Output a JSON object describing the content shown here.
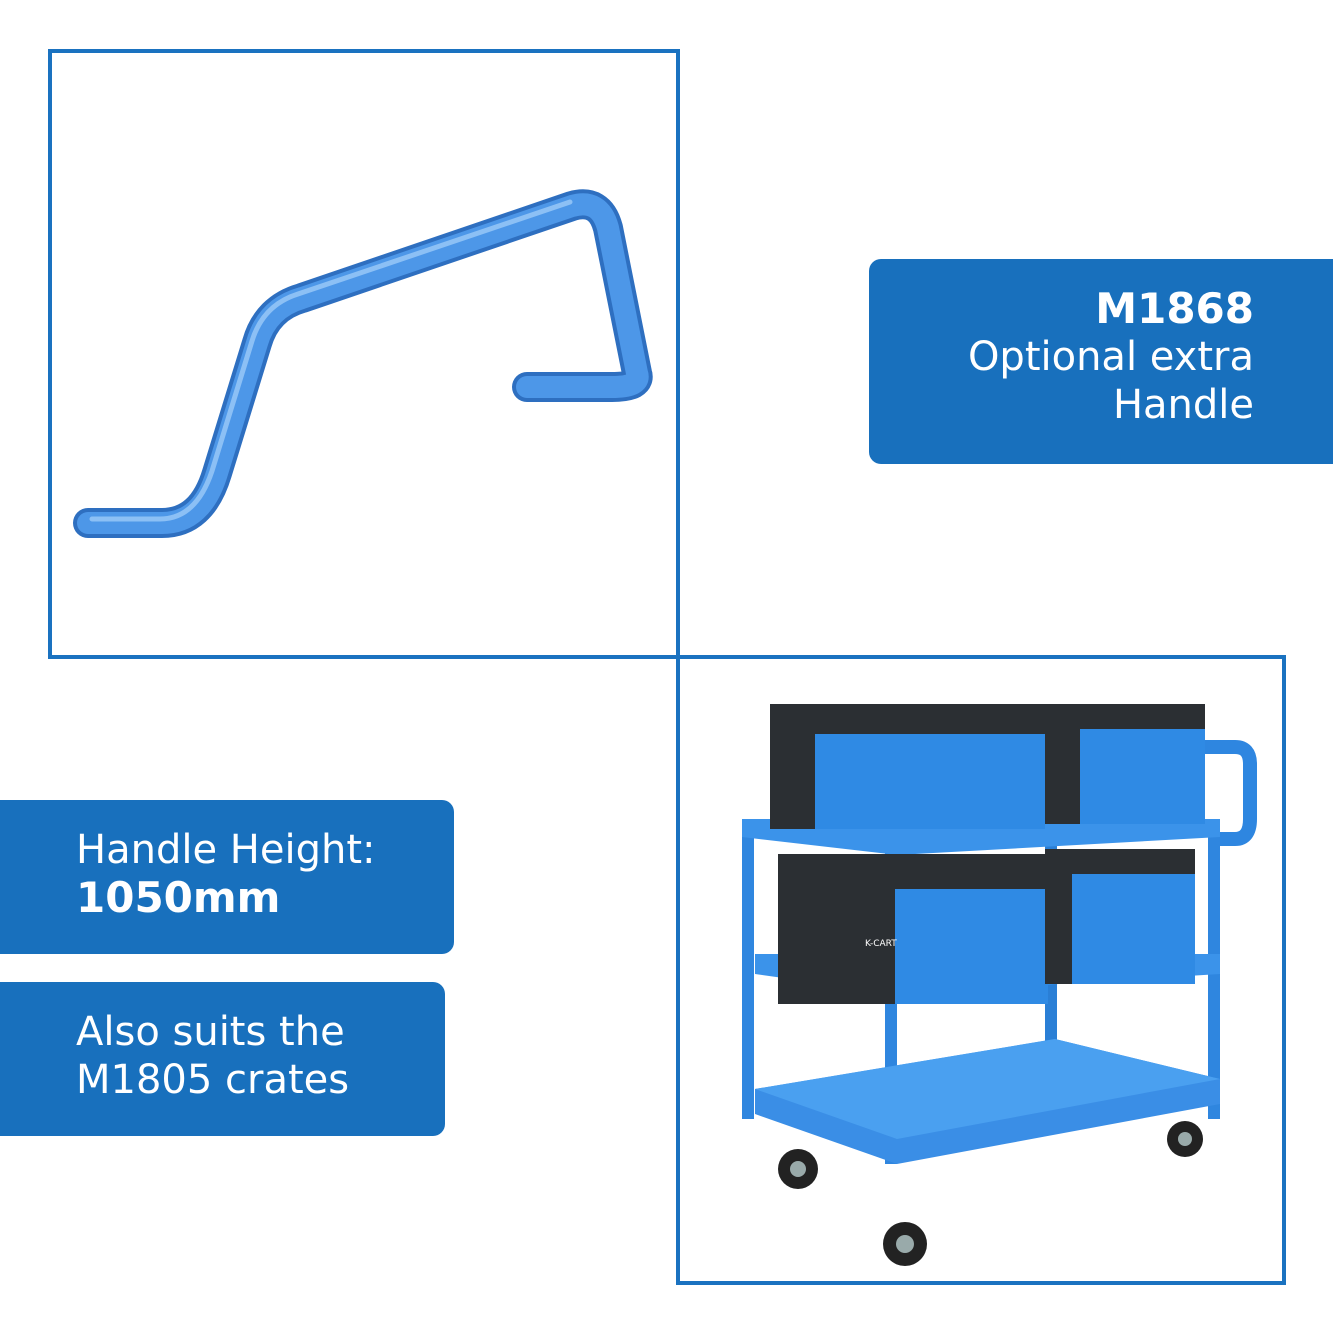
{
  "product": {
    "code": "M1868",
    "line1": "Optional extra",
    "line2": "Handle"
  },
  "height": {
    "label": "Handle Height:",
    "value": "1050mm"
  },
  "suits": {
    "line1": "Also suits the",
    "line2": "M1805 crates"
  },
  "crate_brand": "K-CART",
  "colors": {
    "brand_blue": "#1870bd",
    "frame_blue": "#1a72c0",
    "steel_blue": "#3a8fe0",
    "crate_dark": "#2b2f33"
  }
}
